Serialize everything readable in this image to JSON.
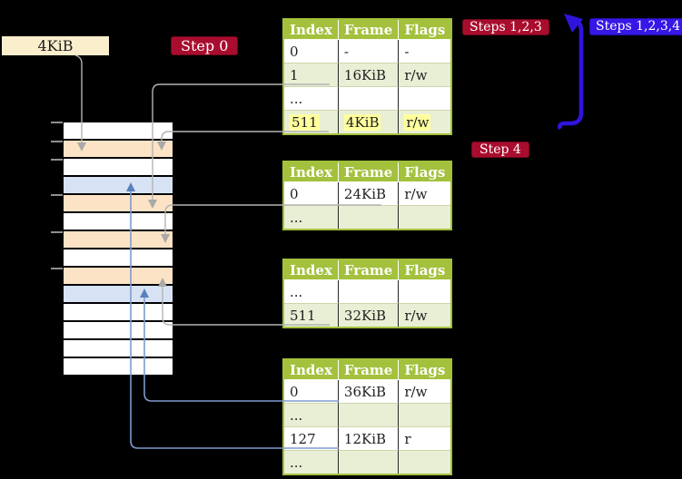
{
  "labels": {
    "frame_box": "4KiB"
  },
  "badges": {
    "step0": "Step 0",
    "steps123": "Steps 1,2,3",
    "steps1234": "Steps 1,2,3,4",
    "step4": "Step 4"
  },
  "tables": [
    {
      "name": "page-table-level4",
      "headers": [
        "Index",
        "Frame",
        "Flags"
      ],
      "rows": [
        {
          "cells": [
            "0",
            "-",
            "-"
          ],
          "shaded": false,
          "highlighted": false
        },
        {
          "cells": [
            "1",
            "16KiB",
            "r/w"
          ],
          "shaded": true,
          "highlighted": false
        },
        {
          "cells": [
            "...",
            "",
            ""
          ],
          "shaded": false,
          "highlighted": false
        },
        {
          "cells": [
            "511",
            "4KiB",
            "r/w"
          ],
          "shaded": true,
          "highlighted": true
        }
      ]
    },
    {
      "name": "page-table-level3",
      "headers": [
        "Index",
        "Frame",
        "Flags"
      ],
      "rows": [
        {
          "cells": [
            "0",
            "24KiB",
            "r/w"
          ],
          "shaded": false,
          "highlighted": false
        },
        {
          "cells": [
            "...",
            "",
            ""
          ],
          "shaded": true,
          "highlighted": false
        }
      ]
    },
    {
      "name": "page-table-level2",
      "headers": [
        "Index",
        "Frame",
        "Flags"
      ],
      "rows": [
        {
          "cells": [
            "...",
            "",
            ""
          ],
          "shaded": false,
          "highlighted": false
        },
        {
          "cells": [
            "511",
            "32KiB",
            "r/w"
          ],
          "shaded": true,
          "highlighted": false
        }
      ]
    },
    {
      "name": "page-table-level1",
      "headers": [
        "Index",
        "Frame",
        "Flags"
      ],
      "rows": [
        {
          "cells": [
            "0",
            "36KiB",
            "r/w"
          ],
          "shaded": false,
          "highlighted": false
        },
        {
          "cells": [
            "...",
            "",
            ""
          ],
          "shaded": true,
          "highlighted": false
        },
        {
          "cells": [
            "127",
            "12KiB",
            "r"
          ],
          "shaded": false,
          "highlighted": false
        },
        {
          "cells": [
            "...",
            "",
            ""
          ],
          "shaded": true,
          "highlighted": false
        }
      ]
    }
  ],
  "memory": {
    "rows": [
      {
        "color": "white"
      },
      {
        "color": "orange"
      },
      {
        "color": "white"
      },
      {
        "color": "blue"
      },
      {
        "color": "orange"
      },
      {
        "color": "white"
      },
      {
        "color": "orange"
      },
      {
        "color": "white"
      },
      {
        "color": "orange"
      },
      {
        "color": "blue"
      },
      {
        "color": "white"
      },
      {
        "color": "white"
      },
      {
        "color": "white"
      },
      {
        "color": "white"
      }
    ]
  },
  "colors": {
    "background": "#000000",
    "table_header_green": "#a3c13c",
    "table_row_shade": "#e9efd5",
    "highlight_yellow": "#ffff9e",
    "memory_orange": "#fce3c6",
    "memory_blue": "#d7e3f4",
    "badge_red": "#a90d2e",
    "badge_blue": "#3517e6",
    "frame_box_bg": "#faeecd",
    "arrow_gray": "#b3b3b3",
    "arrow_blue_thin": "#7e9bce",
    "arrow_blue_big": "#2f14dc"
  }
}
